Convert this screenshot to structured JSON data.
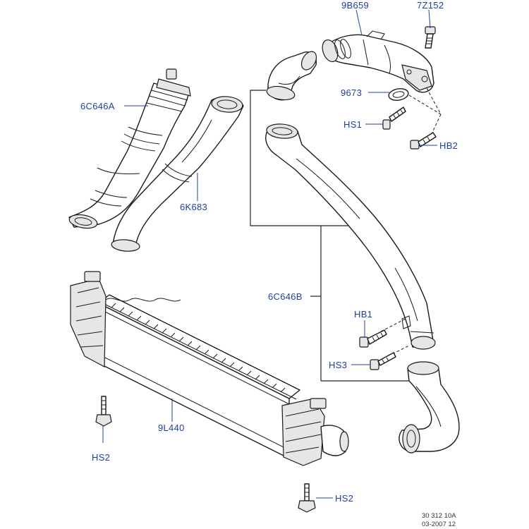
{
  "labels": {
    "p9B659": "9B659",
    "p7Z152": "7Z152",
    "p6C646A": "6C646A",
    "p9673": "9673",
    "pHS1": "HS1",
    "pHB2": "HB2",
    "p6K683": "6K683",
    "p6C646B": "6C646B",
    "pHB1": "HB1",
    "pHS3": "HS3",
    "p9L440": "9L440",
    "pHS2a": "HS2",
    "pHS2b": "HS2"
  },
  "reference": {
    "code": "30 312 10A",
    "date": "03-2007 12"
  },
  "colors": {
    "label": "#1c3fb0",
    "line": "#1a1a1a"
  }
}
